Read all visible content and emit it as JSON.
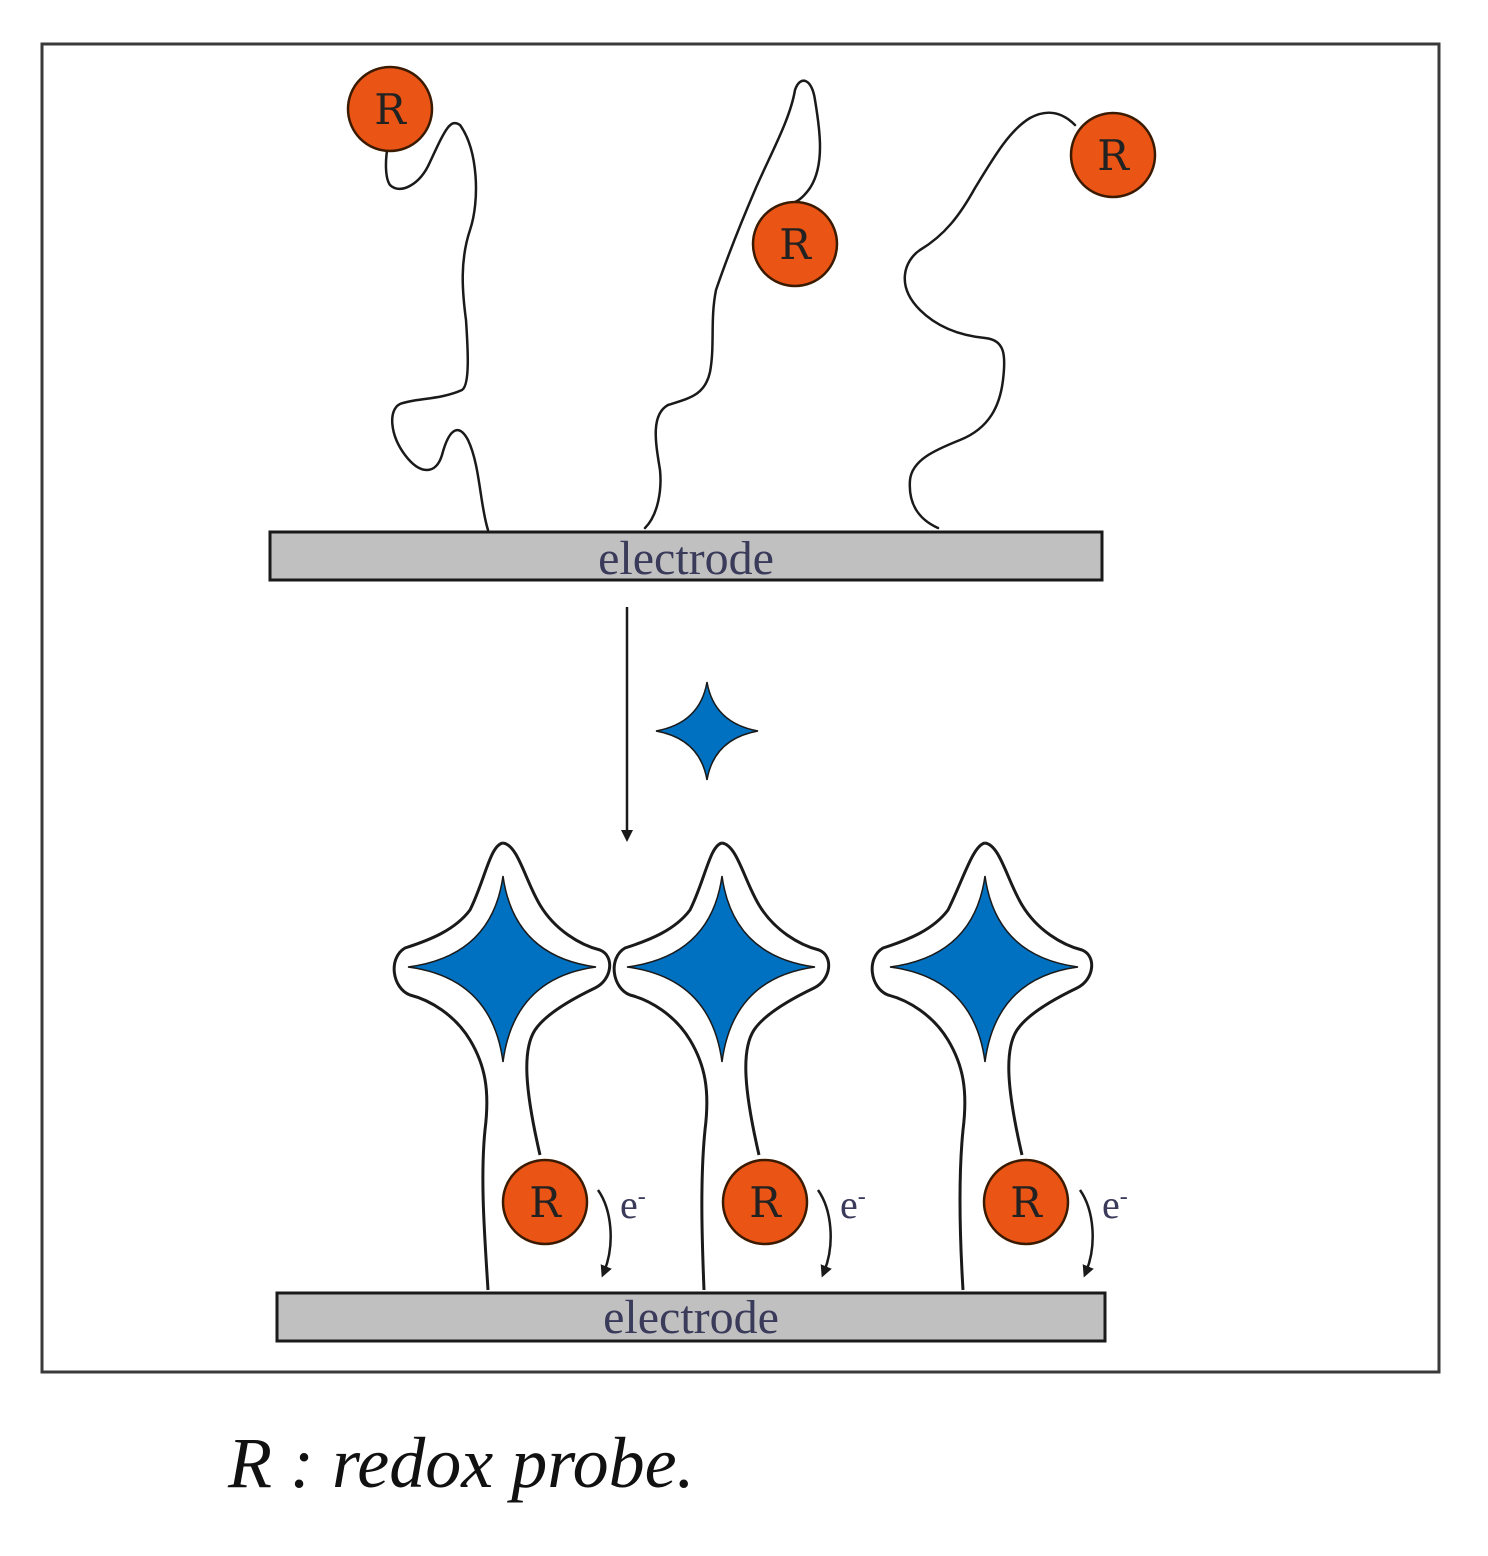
{
  "colors": {
    "probe": "#ea5414",
    "target": "#0070c0",
    "electrode": "#c0c0c0",
    "frame": "#3a3a3a"
  },
  "probe_label": "R",
  "electrode_label": "electrode",
  "electron": {
    "base": "e",
    "sup": "-"
  },
  "legend": "R : redox probe.",
  "icons": {
    "probe": "orange-circle",
    "target": "blue-four-point-star",
    "transfer": "curved-arrow"
  }
}
